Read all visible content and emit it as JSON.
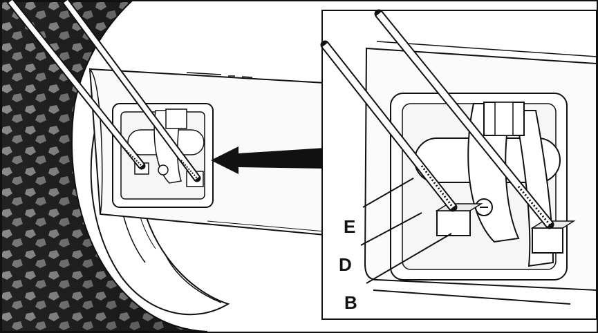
{
  "diagram": {
    "callouts": [
      {
        "id": "E",
        "label": "E"
      },
      {
        "id": "D",
        "label": "D"
      },
      {
        "id": "B",
        "label": "B"
      }
    ]
  },
  "colors": {
    "line": "#111111",
    "background": "#ffffff",
    "tire_dark": "#1a1a1a",
    "tire_mid": "#6a6a6a",
    "panel": "#f4f4f4"
  },
  "icons": [
    "direction-arrow-icon",
    "tire-icon",
    "rod-icon",
    "nut-icon"
  ]
}
